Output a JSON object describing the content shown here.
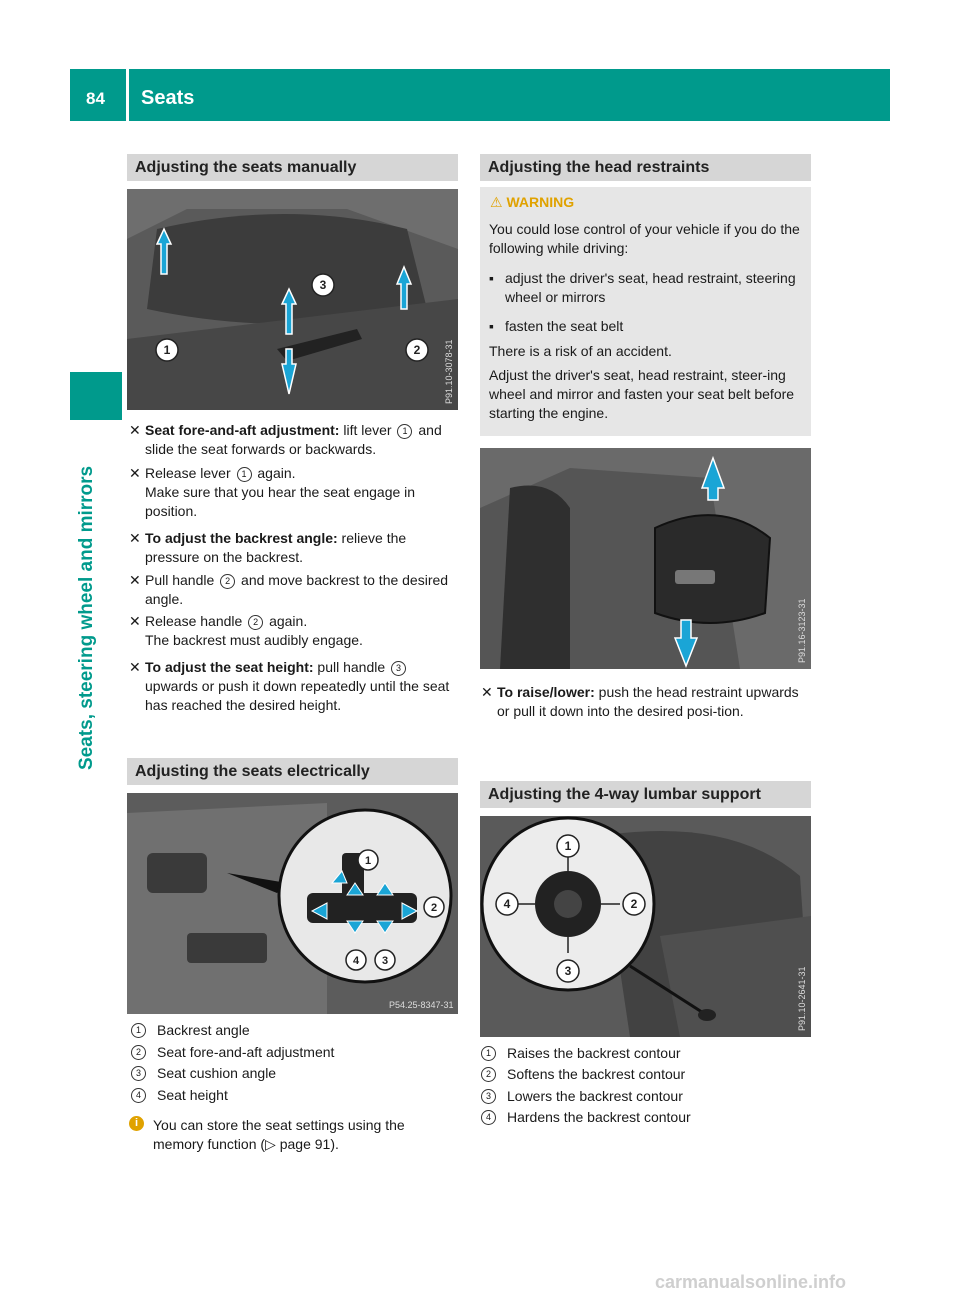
{
  "header": {
    "page_number": "84",
    "title": "Seats"
  },
  "sidebar": {
    "chapter": "Seats, steering wheel and mirrors"
  },
  "colors": {
    "brand": "#009a8c",
    "warning": "#e0a200",
    "section_bg": "#d6d6d6"
  },
  "manual": {
    "title": "Adjusting the seats manually",
    "image_code": "P91.10-3078-31",
    "steps": [
      {
        "bold": "Seat fore-and-aft adjustment:",
        "rest_a": " lift lever ",
        "num": "1",
        "rest_b": " and slide the seat forwards or backwards."
      },
      {
        "text_a": "Release lever ",
        "num": "1",
        "text_b": " again."
      },
      {
        "sub": "Make sure that you hear the seat engage in position."
      },
      {
        "bold": "To adjust the backrest angle:",
        "rest": " relieve the pressure on the backrest."
      },
      {
        "text_a": "Pull handle ",
        "num": "2",
        "text_b": " and move backrest to the desired angle."
      },
      {
        "text_a": "Release handle ",
        "num": "2",
        "text_b": " again."
      },
      {
        "sub": "The backrest must audibly engage."
      },
      {
        "bold": "To adjust the seat height:",
        "rest_a": " pull handle ",
        "num": "3",
        "rest_b": " upwards or push it down repeatedly until the seat has reached the desired height."
      }
    ]
  },
  "electric": {
    "title": "Adjusting the seats electrically",
    "image_code": "P54.25-8347-31",
    "items": [
      {
        "num": "1",
        "label": "Backrest angle"
      },
      {
        "num": "2",
        "label": "Seat fore-and-aft adjustment"
      },
      {
        "num": "3",
        "label": "Seat cushion angle"
      },
      {
        "num": "4",
        "label": "Seat height"
      }
    ],
    "note_a": "You can store the seat settings using the memory function (",
    "note_arrow": "▷",
    "note_b": " page 91)."
  },
  "head": {
    "title": "Adjusting the head restraints",
    "image_code": "P91.16-3123-31",
    "warning": {
      "label": "WARNING",
      "intro": "You could lose control of your vehicle if you do the following while driving:",
      "bullets": [
        "adjust the driver's seat, head restraint, steering wheel or mirrors",
        "fasten the seat belt"
      ],
      "risk": "There is a risk of an accident.",
      "advice": "Adjust the driver's seat, head restraint, steer-ing wheel and mirror and fasten your seat belt before starting the engine."
    },
    "step": {
      "bold": "To raise/lower:",
      "rest": " push the head restraint upwards or pull it down into the desired posi-tion."
    }
  },
  "lumbar": {
    "title": "Adjusting the 4-way lumbar support",
    "image_code": "P91.10-2641-31",
    "items": [
      {
        "num": "1",
        "label": "Raises the backrest contour"
      },
      {
        "num": "2",
        "label": "Softens the backrest contour"
      },
      {
        "num": "3",
        "label": "Lowers the backrest contour"
      },
      {
        "num": "4",
        "label": "Hardens the backrest contour"
      }
    ]
  },
  "footer": {
    "watermark": "carmanualsonline.info"
  }
}
